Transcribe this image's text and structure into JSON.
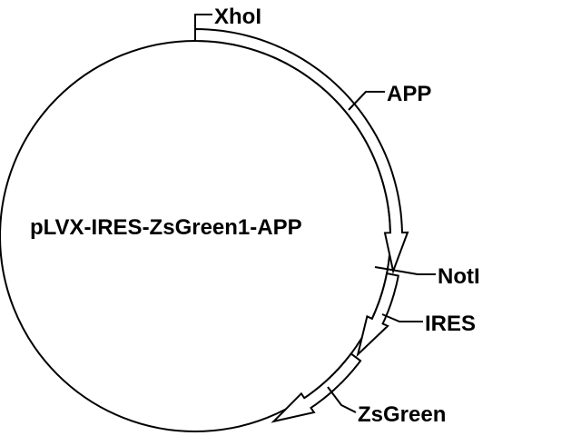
{
  "plasmid": {
    "name": "pLVX-IRES-ZsGreen1-APP"
  },
  "sites": [
    {
      "name": "XhoI",
      "label": "XhoI"
    },
    {
      "name": "NotI",
      "label": "NotI"
    }
  ],
  "features": [
    {
      "name": "APP",
      "label": "APP"
    },
    {
      "name": "IRES",
      "label": "IRES"
    },
    {
      "name": "ZsGreen",
      "label": "ZsGreen"
    }
  ],
  "colors": {
    "line": "#000000",
    "background": "#ffffff",
    "arrow_fill": "#ffffff"
  }
}
